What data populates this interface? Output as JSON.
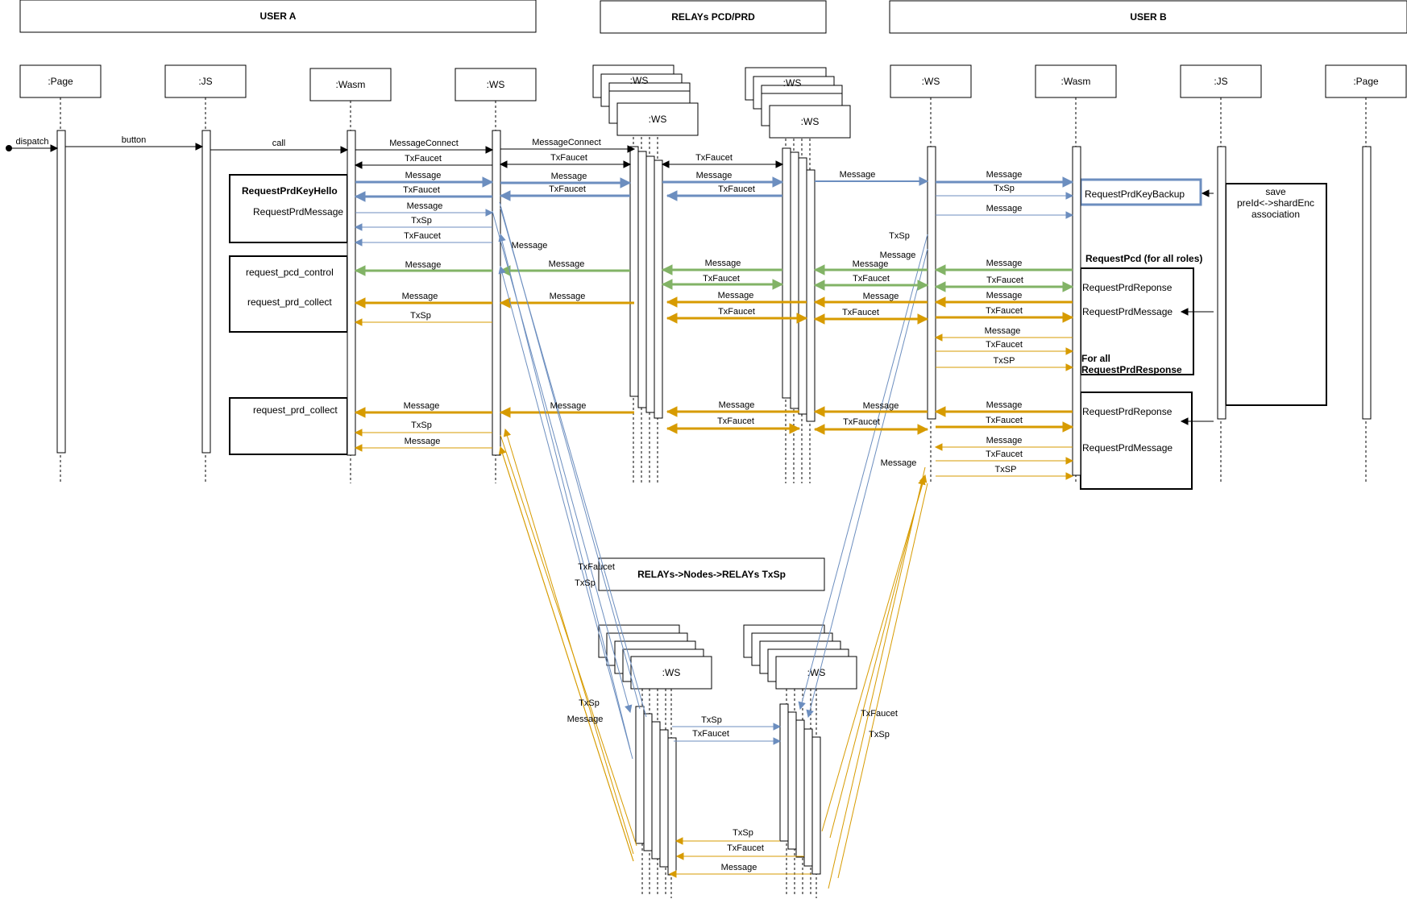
{
  "colors": {
    "black": "#000000",
    "blue": "#6c8ebf",
    "green": "#82b366",
    "orange": "#d79b00"
  },
  "headers": [
    {
      "id": "user-a",
      "text": "USER A"
    },
    {
      "id": "relays",
      "text": "RELAYs PCD/PRD"
    },
    {
      "id": "user-b",
      "text": "USER B"
    }
  ],
  "participants": [
    {
      "id": "a-page",
      "text": ":Page"
    },
    {
      "id": "a-js",
      "text": ":JS"
    },
    {
      "id": "a-wasm",
      "text": ":Wasm"
    },
    {
      "id": "a-ws",
      "text": ":WS"
    },
    {
      "id": "r1-ws",
      "text": ":WS"
    },
    {
      "id": "r2-ws",
      "text": ":WS"
    },
    {
      "id": "b-ws",
      "text": ":WS"
    },
    {
      "id": "b-wasm",
      "text": ":Wasm"
    },
    {
      "id": "b-js",
      "text": ":JS"
    },
    {
      "id": "b-page",
      "text": ":Page"
    },
    {
      "id": "n1-ws",
      "text": ":WS"
    },
    {
      "id": "n2-ws",
      "text": ":WS"
    }
  ],
  "notes": [
    {
      "id": "request-prd-key-hello",
      "text": "RequestPrdKeyHello",
      "bold": true
    },
    {
      "id": "request-prd-message-a",
      "text": "RequestPrdMessage"
    },
    {
      "id": "request-pcd-control",
      "text": "request_pcd_control"
    },
    {
      "id": "request-prd-collect-1",
      "text": "request_prd_collect"
    },
    {
      "id": "request-prd-collect-2",
      "text": "request_prd_collect"
    },
    {
      "id": "request-prd-key-backup",
      "text": "RequestPrdKeyBackup"
    },
    {
      "id": "save-1",
      "text": "save"
    },
    {
      "id": "save-2",
      "text": "preId<->shardEnc"
    },
    {
      "id": "save-3",
      "text": "association"
    },
    {
      "id": "request-pcd-all-roles",
      "text": "RequestPcd (for all roles)",
      "bold": true
    },
    {
      "id": "request-prd-reponse-1",
      "text": "RequestPrdReponse"
    },
    {
      "id": "request-prd-message-b1",
      "text": "RequestPrdMessage"
    },
    {
      "id": "for-all-1",
      "text": "For all",
      "bold": true
    },
    {
      "id": "for-all-2",
      "text": "RequestPrdResponse",
      "bold": true
    },
    {
      "id": "request-prd-reponse-2",
      "text": "RequestPrdReponse"
    },
    {
      "id": "request-prd-message-b2",
      "text": "RequestPrdMessage"
    },
    {
      "id": "nodes-title",
      "text": "RELAYs->Nodes->RELAYs TxSp",
      "bold": true
    }
  ],
  "messages": [
    {
      "text": "dispatch",
      "color": "black"
    },
    {
      "text": "button",
      "color": "black"
    },
    {
      "text": "call",
      "color": "black"
    },
    {
      "text": "MessageConnect",
      "color": "black"
    },
    {
      "text": "TxFaucet",
      "color": "black"
    },
    {
      "text": "MessageConnect",
      "color": "black"
    },
    {
      "text": "TxFaucet",
      "color": "black"
    },
    {
      "text": "TxFaucet",
      "color": "black"
    },
    {
      "text": "Message",
      "color": "blue"
    },
    {
      "text": "TxFaucet",
      "color": "blue"
    },
    {
      "text": "Message",
      "color": "blue"
    },
    {
      "text": "TxFaucet",
      "color": "blue"
    },
    {
      "text": "Message",
      "color": "blue"
    },
    {
      "text": "TxFaucet",
      "color": "blue"
    },
    {
      "text": "Message",
      "color": "blue"
    },
    {
      "text": "Message",
      "color": "blue"
    },
    {
      "text": "TxSp",
      "color": "blue"
    },
    {
      "text": "Message",
      "color": "blue"
    },
    {
      "text": "Message",
      "color": "blue"
    },
    {
      "text": "TxSp",
      "color": "blue"
    },
    {
      "text": "TxFaucet",
      "color": "blue"
    },
    {
      "text": "Message",
      "color": "blue"
    },
    {
      "text": "TxSp",
      "color": "blue"
    },
    {
      "text": "Message",
      "color": "blue"
    },
    {
      "text": "Message",
      "color": "green"
    },
    {
      "text": "Message",
      "color": "green"
    },
    {
      "text": "Message",
      "color": "green"
    },
    {
      "text": "TxFaucet",
      "color": "green"
    },
    {
      "text": "Message",
      "color": "green"
    },
    {
      "text": "TxFaucet",
      "color": "green"
    },
    {
      "text": "Message",
      "color": "green"
    },
    {
      "text": "TxFaucet",
      "color": "green"
    },
    {
      "text": "Message",
      "color": "orange"
    },
    {
      "text": "Message",
      "color": "orange"
    },
    {
      "text": "TxSp",
      "color": "orange"
    },
    {
      "text": "Message",
      "color": "orange"
    },
    {
      "text": "TxFaucet",
      "color": "orange"
    },
    {
      "text": "Message",
      "color": "orange"
    },
    {
      "text": "TxFaucet",
      "color": "orange"
    },
    {
      "text": "Message",
      "color": "orange"
    },
    {
      "text": "TxFaucet",
      "color": "orange"
    },
    {
      "text": "Message",
      "color": "orange"
    },
    {
      "text": "TxFaucet",
      "color": "orange"
    },
    {
      "text": "TxSP",
      "color": "orange"
    },
    {
      "text": "Message",
      "color": "orange"
    },
    {
      "text": "Message",
      "color": "orange"
    },
    {
      "text": "TxSp",
      "color": "orange"
    },
    {
      "text": "Message",
      "color": "orange"
    },
    {
      "text": "Message",
      "color": "orange"
    },
    {
      "text": "TxFaucet",
      "color": "orange"
    },
    {
      "text": "Message",
      "color": "orange"
    },
    {
      "text": "TxFaucet",
      "color": "orange"
    },
    {
      "text": "Message",
      "color": "orange"
    },
    {
      "text": "TxFaucet",
      "color": "orange"
    },
    {
      "text": "Message",
      "color": "orange"
    },
    {
      "text": "TxFaucet",
      "color": "orange"
    },
    {
      "text": "TxSP",
      "color": "orange"
    },
    {
      "text": "Message",
      "color": "orange"
    },
    {
      "text": "TxFaucet",
      "color": "blue"
    },
    {
      "text": "TxSp",
      "color": "blue"
    },
    {
      "text": "TxSp",
      "color": "orange"
    },
    {
      "text": "Message",
      "color": "orange"
    },
    {
      "text": "TxSp",
      "color": "blue"
    },
    {
      "text": "TxFaucet",
      "color": "blue"
    },
    {
      "text": "TxFaucet",
      "color": "orange"
    },
    {
      "text": "TxSp",
      "color": "orange"
    },
    {
      "text": "TxSp",
      "color": "orange"
    },
    {
      "text": "TxFaucet",
      "color": "orange"
    },
    {
      "text": "Message",
      "color": "orange"
    }
  ]
}
